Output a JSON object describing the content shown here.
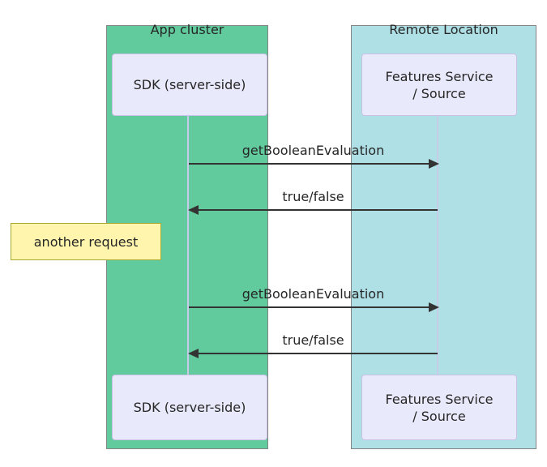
{
  "diagram": {
    "type": "sequence-diagram",
    "groups": [
      {
        "label": "App cluster",
        "color": "#61CB9E"
      },
      {
        "label": "Remote Location",
        "color": "#AEE0E6"
      }
    ],
    "actors": {
      "left_top": "SDK (server-side)",
      "left_bottom": "SDK (server-side)",
      "right_top": "Features Service\n/ Source",
      "right_bottom": "Features Service\n/ Source"
    },
    "messages": [
      {
        "label": "getBooleanEvaluation",
        "direction": "right",
        "from": "SDK (server-side)",
        "to": "Features Service / Source"
      },
      {
        "label": "true/false",
        "direction": "left",
        "from": "Features Service / Source",
        "to": "SDK (server-side)"
      },
      {
        "label": "getBooleanEvaluation",
        "direction": "right",
        "from": "SDK (server-side)",
        "to": "Features Service / Source"
      },
      {
        "label": "true/false",
        "direction": "left",
        "from": "Features Service / Source",
        "to": "SDK (server-side)"
      }
    ],
    "note": {
      "label": "another request",
      "position": "left-of-sdk-lifeline",
      "color": "#FFF5AD"
    },
    "colors": {
      "actor_box_fill": "#E9E9FC",
      "actor_box_border": "#C9C0E6",
      "note_fill": "#FFF5AD",
      "note_border": "#AAAA33",
      "lifeline": "#C9CCE8",
      "arrow": "#333333",
      "background": "#FFFFFF"
    }
  }
}
